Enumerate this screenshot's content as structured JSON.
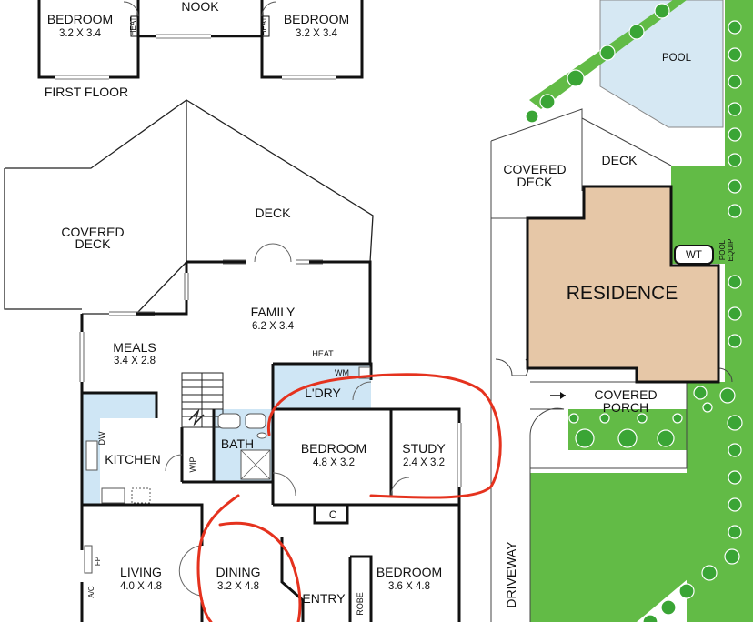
{
  "labels": {
    "nook": "NOOK",
    "bedroom_tl": "BEDROOM",
    "bedroom_tl_dim": "3.2 X 3.4",
    "bedroom_tr": "BEDROOM",
    "bedroom_tr_dim": "3.2 X 3.4",
    "heat_tl": "HEAT",
    "heat_tr": "HEAT",
    "first_floor": "FIRST FLOOR",
    "covered_deck": [
      "COVERED",
      "DECK"
    ],
    "deck": "DECK",
    "family": "FAMILY",
    "family_dim": "6.2 X 3.4",
    "meals": "MEALS",
    "meals_dim": "3.4 X 2.8",
    "heat": "HEAT",
    "wm": "WM",
    "laundry": "L'DRY",
    "kitchen": "KITCHEN",
    "dw": "DW",
    "bath": "BATH",
    "wip": "WIP",
    "bedroom_mid": "BEDROOM",
    "bedroom_mid_dim": "4.8 X 3.2",
    "study": "STUDY",
    "study_dim": "2.4 X 3.2",
    "c": "C",
    "living": "LIVING",
    "living_dim": "4.0 X 4.8",
    "fp": "FP",
    "ac": "A/C",
    "dining": "DINING",
    "dining_dim": "3.2 X 4.8",
    "entry": "ENTRY",
    "robe": "ROBE",
    "bedroom_br": "BEDROOM",
    "bedroom_br_dim": "3.6 X 4.8"
  },
  "site": {
    "pool": "POOL",
    "covered_deck": [
      "COVERED",
      "DECK"
    ],
    "deck": "DECK",
    "residence": "RESIDENCE",
    "wt": "WT",
    "pool_equip": [
      "POOL",
      "EQUIP"
    ],
    "covered_porch": [
      "COVERED",
      "PORCH"
    ],
    "driveway": "DRIVEWAY"
  },
  "colors": {
    "wall": "#111111",
    "wet_area": "#cfe6f5",
    "residence": "#e6c7a7",
    "lawn": "#62bb46",
    "pool": "#d6e8f3",
    "tree": "#3aa535",
    "annotation": "#e5321e"
  }
}
